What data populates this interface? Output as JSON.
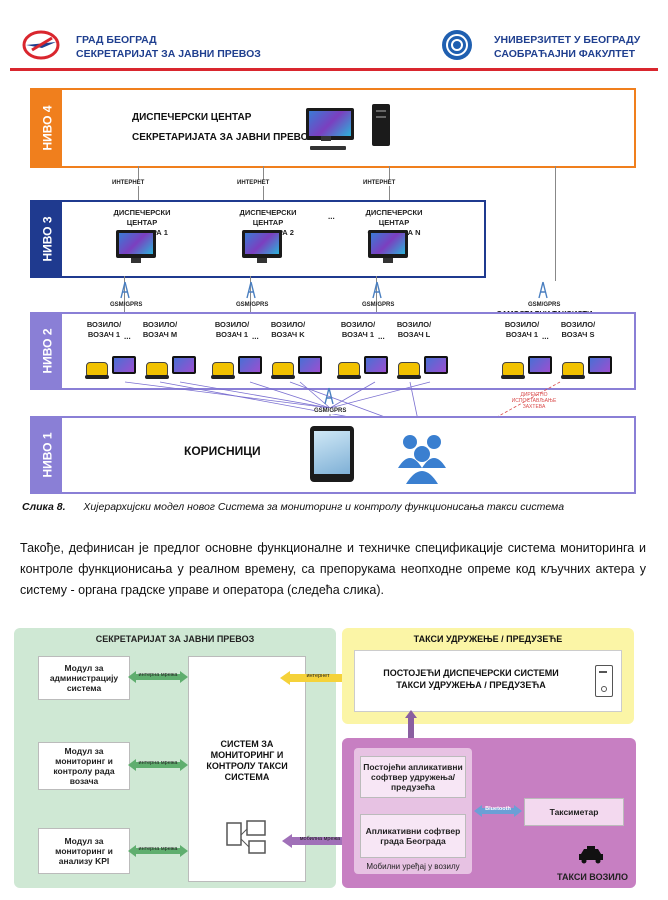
{
  "header": {
    "left_line1": "ГРАД БЕОГРАД",
    "left_line2": "СЕКРЕТАРИЈАТ ЗА ЈАВНИ ПРЕВОЗ",
    "right_line1": "УНИВЕРЗИТЕТ У БЕОГРАДУ",
    "right_line2": "САОБРАЋАЈНИ ФАКУЛТЕТ"
  },
  "diagram1": {
    "level4": {
      "tab": "НИВО 4",
      "line1": "ДИСПЕЧЕРСКИ ЦЕНТАР",
      "line2": "СЕКРЕТАРИЈАТА ЗА ЈАВНИ ПРЕВОЗ"
    },
    "internet": "ИНТЕРНЕТ",
    "level3": {
      "tab": "НИВО 3",
      "centers": [
        {
          "line1": "ДИСПЕЧЕРСКИ ЦЕНТАР",
          "line2": "ОПЕРАТОРА 1"
        },
        {
          "line1": "ДИСПЕЧЕРСКИ ЦЕНТАР",
          "line2": "ОПЕРАТОРА 2"
        },
        {
          "line1": "ДИСПЕЧЕРСКИ ЦЕНТАР",
          "line2": "ОПЕРАТОРА N"
        }
      ],
      "dots": "..."
    },
    "gsm": "GSM/GPRS",
    "independent": "САМОСТАЛНИ ТАКСИСТИ",
    "level2": {
      "tab": "НИВО 2",
      "groups": [
        {
          "a": "ВОЗИЛО/ ВОЗАЧ 1",
          "b": "ВОЗИЛО/ ВОЗАЧ M"
        },
        {
          "a": "ВОЗИЛО/ ВОЗАЧ 1",
          "b": "ВОЗИЛО/ ВОЗАЧ K"
        },
        {
          "a": "ВОЗИЛО/ ВОЗАЧ 1",
          "b": "ВОЗИЛО/ ВОЗАЧ L"
        },
        {
          "a": "ВОЗИЛО/ ВОЗАЧ 1",
          "b": "ВОЗИЛО/ ВОЗАЧ S"
        }
      ],
      "dots": "...",
      "direct": "ДИРЕКТНО ИСПОСТАВЉАЊЕ ЗАХТЕВА"
    },
    "level1": {
      "tab": "НИВО 1",
      "label": "КОРИСНИЦИ"
    }
  },
  "caption": {
    "label": "Слика 8.",
    "text": "Хијерархијски модел новог Система за мониторинг и контролу функционисања такси система"
  },
  "paragraph": "Такође, дефинисан је предлог основне функционалне и техничке спецификације система мониторинга и контроле функционисања у реалном времену, са препорукама неопходне опреме код кључних актера у систему - органа градске управе и оператора (следећа слика).",
  "diagram2": {
    "secretariat_title": "СЕКРЕТАРИЈАТ ЗА ЈАВНИ ПРЕВОЗ",
    "modules": [
      "Модул за администрацију система",
      "Модул за мониторинг и контролу рада возача",
      "Модул за мониторинг и анализу KPI"
    ],
    "local_net": "интерна мрежа",
    "center_system": "СИСТЕМ ЗА МОНИТОРИНГ И КОНТРОЛУ ТАКСИ СИСТЕМА",
    "internet": "интернет",
    "mobile_net": "мобилна мрежа",
    "taxi_assoc_title": "ТАКСИ УДРУЖЕЊЕ / ПРЕДУЗЕЋЕ",
    "existing_systems": "ПОСТОЈЕЋИ ДИСПЕЧЕРСКИ СИСТЕМИ ТАКСИ УДРУЖЕЊА / ПРЕДУЗЕЋА",
    "existing_software": "Постојећи апликативни софтвер удружења/предузећа",
    "city_software": "Апликативни софтвер града Београда",
    "mobile_device": "Мобилни уређај у возилу",
    "bluetooth": "Bluetooth",
    "taximeter": "Таксиметар",
    "taxi_vehicle": "ТАКСИ ВОЗИЛО"
  }
}
